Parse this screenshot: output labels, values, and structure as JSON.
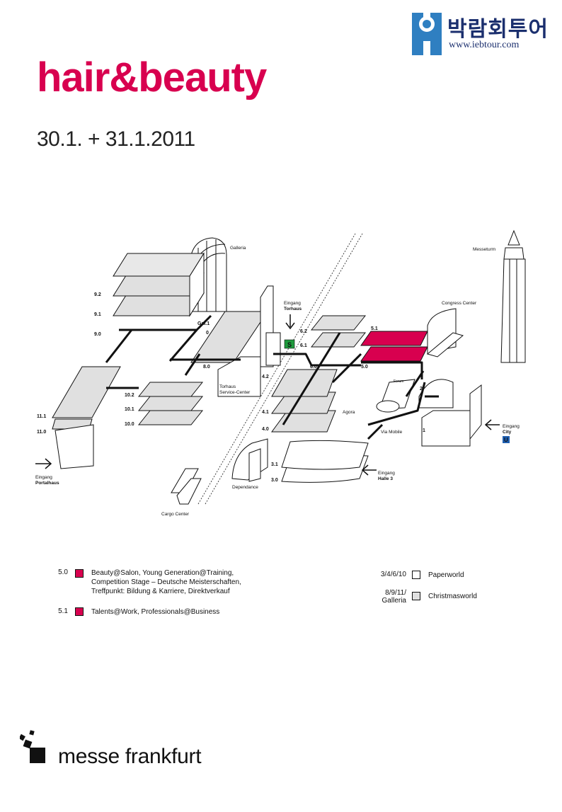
{
  "header": {
    "brand_ko": "박람회투어",
    "brand_url": "www.iebtour.com",
    "title": "hair&beauty",
    "dates": "30.1. + 31.1.2011"
  },
  "colors": {
    "accent": "#d8004f",
    "brand_blue": "#2f7fc1",
    "hall_grey": "#e0e0e0",
    "hall_white": "#ffffff"
  },
  "map": {
    "labels": {
      "galleria": "Galleria",
      "messeturm": "Messeturm",
      "congress_center": "Congress Center",
      "eingang_torhaus": "Eingang\nTorhaus",
      "torhaus_service": "Torhaus\nService-Center",
      "agora": "Agora",
      "forum": "Forum",
      "via_mobile": "Via Mobile",
      "dependance": "Dependance",
      "cargo_center": "Cargo Center",
      "eingang_portalhaus": "Eingang\nPortalhaus",
      "eingang_halle3": "Eingang\nHalle 3",
      "eingang_city": "Eingang\nCity"
    },
    "hall_levels": {
      "h9_2": "9.2",
      "h9_1": "9.1",
      "h9_0": "9.0",
      "gal1": "Gal.1",
      "gal0": "0",
      "h8_0": "8.0",
      "h10_2": "10.2",
      "h10_1": "10.1",
      "h10_0": "10.0",
      "h11_1": "11.1",
      "h11_0": "11.0",
      "h6_2": "6.2",
      "h6_1": "6.1",
      "h6_0": "6.0",
      "h5_1": "5.1",
      "h5_0": "5.0",
      "h4_2": "4.2",
      "h4_1": "4.1",
      "h4_0": "4.0",
      "h3_1": "3.1",
      "h3_0": "3.0",
      "h1": "1",
      "h2": "2"
    },
    "transit": {
      "s_bahn": "S",
      "u_bahn": "U"
    }
  },
  "legend": {
    "items": [
      {
        "key": "5.0",
        "color": "#d8004f",
        "text": "Beauty@Salon, Young Generation@Training,\nCompetition Stage – Deutsche Meisterschaften,\nTreffpunkt: Bildung & Karriere, Direktverkauf"
      },
      {
        "key": "5.1",
        "color": "#d8004f",
        "text": "Talents@Work, Professionals@Business"
      },
      {
        "key": "3/4/6/10",
        "color": "#ffffff",
        "text": "Paperworld"
      },
      {
        "key": "8/9/11/\nGalleria",
        "color": "#e0e0e0",
        "text": "Christmasworld"
      }
    ]
  },
  "footer": {
    "organizer": "messe frankfurt"
  }
}
